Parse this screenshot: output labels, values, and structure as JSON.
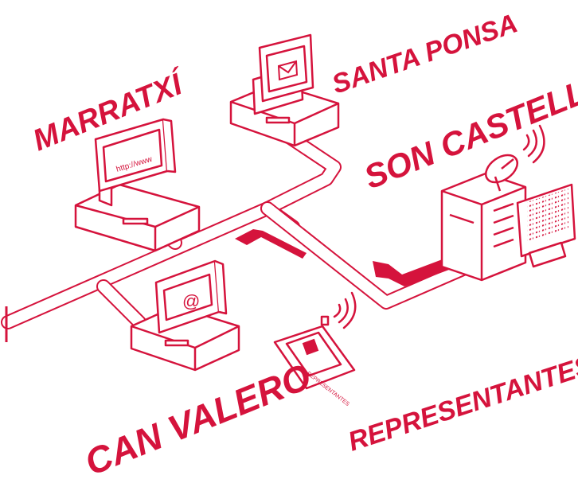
{
  "labels": {
    "marratxi": "MARRATXÍ",
    "santa_ponsa": "SANTA PONSA",
    "son_castello": "SON CASTELLÓ",
    "can_valero": "CAN VALERO",
    "representantes": "REPRESENTANTES"
  },
  "screens": {
    "web": "http://www",
    "email_symbol": "@",
    "pda_text": "REPRESENTANTES"
  },
  "colors": {
    "accent": "#d5133c",
    "background": "#ffffff",
    "fill": "#ffffff"
  },
  "icons": [
    "envelope-icon",
    "at-sign-icon",
    "wifi-signal-icon",
    "satellite-dish-icon",
    "flow-arrow-icon"
  ]
}
